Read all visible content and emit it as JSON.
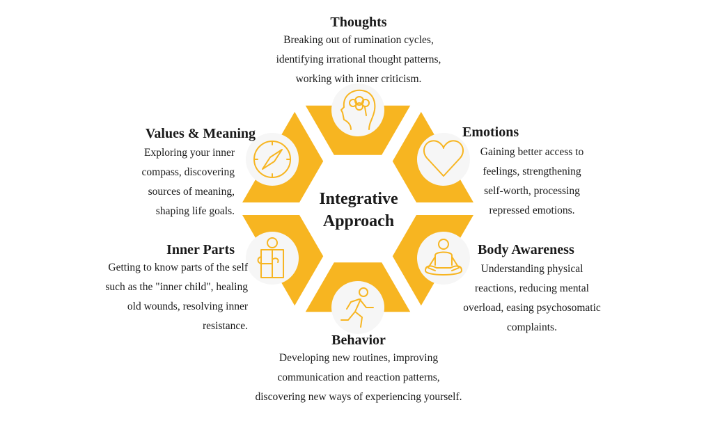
{
  "center_title": [
    "Integrative",
    "Approach"
  ],
  "colors": {
    "segment": "#F7B521",
    "icon_bg": "#F6F6F6",
    "icon_stroke": "#F7B521",
    "text": "#1a1a1a"
  },
  "sections": {
    "thoughts": {
      "title": "Thoughts",
      "lines": [
        "Breaking out of rumination cycles,",
        "identifying irrational thought patterns,",
        "working with inner criticism."
      ],
      "icon": "brain-head-icon"
    },
    "emotions": {
      "title": "Emotions",
      "lines": [
        "Gaining better access to",
        "feelings, strengthening",
        "self-worth, processing",
        "repressed emotions."
      ],
      "icon": "heart-icon"
    },
    "body": {
      "title": "Body Awareness",
      "lines": [
        "Understanding physical",
        "reactions, reducing mental",
        "overload, easing psychosomatic",
        "complaints."
      ],
      "icon": "meditation-icon"
    },
    "behavior": {
      "title": "Behavior",
      "lines": [
        "Developing new routines, improving",
        "communication and reaction patterns,",
        "discovering new ways of experiencing yourself."
      ],
      "icon": "running-person-icon"
    },
    "parts": {
      "title": "Inner Parts",
      "lines": [
        "Getting to know parts of the self",
        "such as the \"inner child\", healing",
        "old wounds, resolving inner",
        "resistance."
      ],
      "icon": "puzzle-person-icon"
    },
    "values": {
      "title": "Values & Meaning",
      "lines": [
        "Exploring your inner",
        "compass, discovering",
        "sources of meaning,",
        "shaping life goals."
      ],
      "icon": "compass-icon"
    }
  }
}
